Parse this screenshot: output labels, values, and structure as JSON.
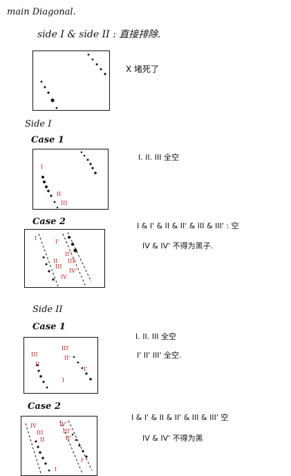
{
  "title": "main Diagonal.",
  "intro_note": "side I & side II : 直接排除.",
  "intro_result": "X 堵死了",
  "side1": {
    "heading": "Side I",
    "case1": {
      "label": "Case 1",
      "note": "I. II. III 全空",
      "marks": [
        "I",
        "II",
        "III"
      ]
    },
    "case2": {
      "label": "Case 2",
      "note_line1": "I & I' & II & II' & III & III' : 空",
      "note_line2": "IV & IV'  不得为黑子.",
      "marks": [
        "I",
        "I'",
        "II",
        "II'",
        "III",
        "III'",
        "IV",
        "IV'"
      ]
    }
  },
  "side2": {
    "heading": "Side II",
    "case1": {
      "label": "Case 1",
      "note_line1": "I. II. III 全空",
      "note_line2": "I' II' III' 全空.",
      "marks": [
        "III",
        "II",
        "I",
        "III'",
        "II'",
        "I'"
      ]
    },
    "case2": {
      "label": "Case 2",
      "note_line1": "I & I' & II & II' & III & III' 空",
      "note_line2": "IV & IV' 不得为黑",
      "marks": [
        "IV",
        "III",
        "II",
        "I",
        "IV'",
        "III'",
        "II'",
        "I'"
      ]
    }
  }
}
